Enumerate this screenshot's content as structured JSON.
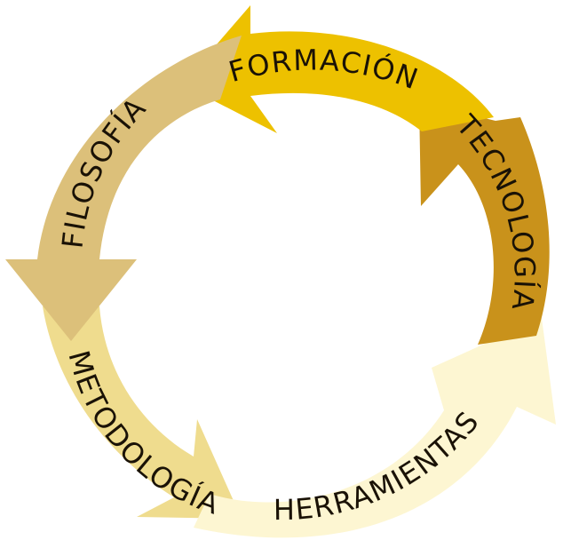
{
  "diagram": {
    "segments": [
      {
        "id": "formacion",
        "label": "FORMACIÓN",
        "color": "#EDC100"
      },
      {
        "id": "tecnologia",
        "label": "TECNOLOGÍA",
        "color": "#C9921B"
      },
      {
        "id": "herramientas",
        "label": "HERRAMIENTAS",
        "color": "#FDF6D2"
      },
      {
        "id": "metodologia",
        "label": "METODOLOGÍA",
        "color": "#EFDC8E"
      },
      {
        "id": "filosofia",
        "label": "FILOSOFÍA",
        "color": "#DCC07A"
      }
    ]
  }
}
